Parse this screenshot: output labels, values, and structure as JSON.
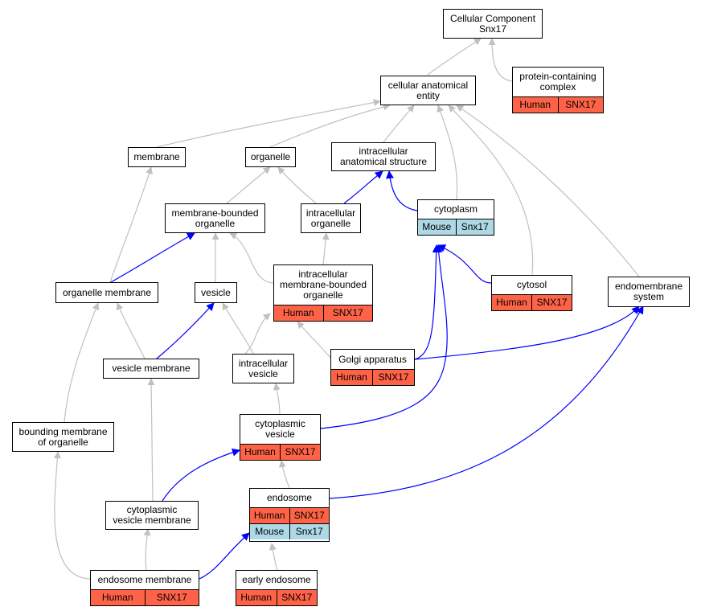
{
  "colors": {
    "human": "#ff6347",
    "mouse": "#add8e6",
    "is_a_edge": "#c0c0c0",
    "part_of_edge": "#0000ff"
  },
  "nodes": {
    "root": {
      "label": "Cellular Component\nSnx17"
    },
    "cae": {
      "label": "cellular anatomical\nentity"
    },
    "pcc": {
      "label": "protein-containing\ncomplex",
      "species": [
        {
          "name": "Human",
          "gene": "SNX17"
        }
      ]
    },
    "membrane": {
      "label": "membrane"
    },
    "organelle": {
      "label": "organelle"
    },
    "ias": {
      "label": "intracellular\nanatomical structure"
    },
    "mbo": {
      "label": "membrane-bounded\norganelle"
    },
    "io": {
      "label": "intracellular\norganelle"
    },
    "cytoplasm": {
      "label": "cytoplasm",
      "species": [
        {
          "name": "Mouse",
          "gene": "Snx17"
        }
      ]
    },
    "imbo": {
      "label": "intracellular\nmembrane-bounded\norganelle",
      "species": [
        {
          "name": "Human",
          "gene": "SNX17"
        }
      ]
    },
    "om": {
      "label": "organelle membrane"
    },
    "vesicle": {
      "label": "vesicle"
    },
    "cytosol": {
      "label": "cytosol",
      "species": [
        {
          "name": "Human",
          "gene": "SNX17"
        }
      ]
    },
    "endomem": {
      "label": "endomembrane\nsystem"
    },
    "vm": {
      "label": "vesicle membrane"
    },
    "iv": {
      "label": "intracellular\nvesicle"
    },
    "golgi": {
      "label": "Golgi apparatus",
      "species": [
        {
          "name": "Human",
          "gene": "SNX17"
        }
      ]
    },
    "bmo": {
      "label": "bounding membrane\nof organelle"
    },
    "cv": {
      "label": "cytoplasmic\nvesicle",
      "species": [
        {
          "name": "Human",
          "gene": "SNX17"
        }
      ]
    },
    "endosome": {
      "label": "endosome",
      "species": [
        {
          "name": "Human",
          "gene": "SNX17"
        },
        {
          "name": "Mouse",
          "gene": "Snx17"
        }
      ]
    },
    "cvm": {
      "label": "cytoplasmic\nvesicle membrane"
    },
    "em": {
      "label": "endosome membrane",
      "species": [
        {
          "name": "Human",
          "gene": "SNX17"
        }
      ]
    },
    "ee": {
      "label": "early endosome",
      "species": [
        {
          "name": "Human",
          "gene": "SNX17"
        }
      ]
    }
  }
}
